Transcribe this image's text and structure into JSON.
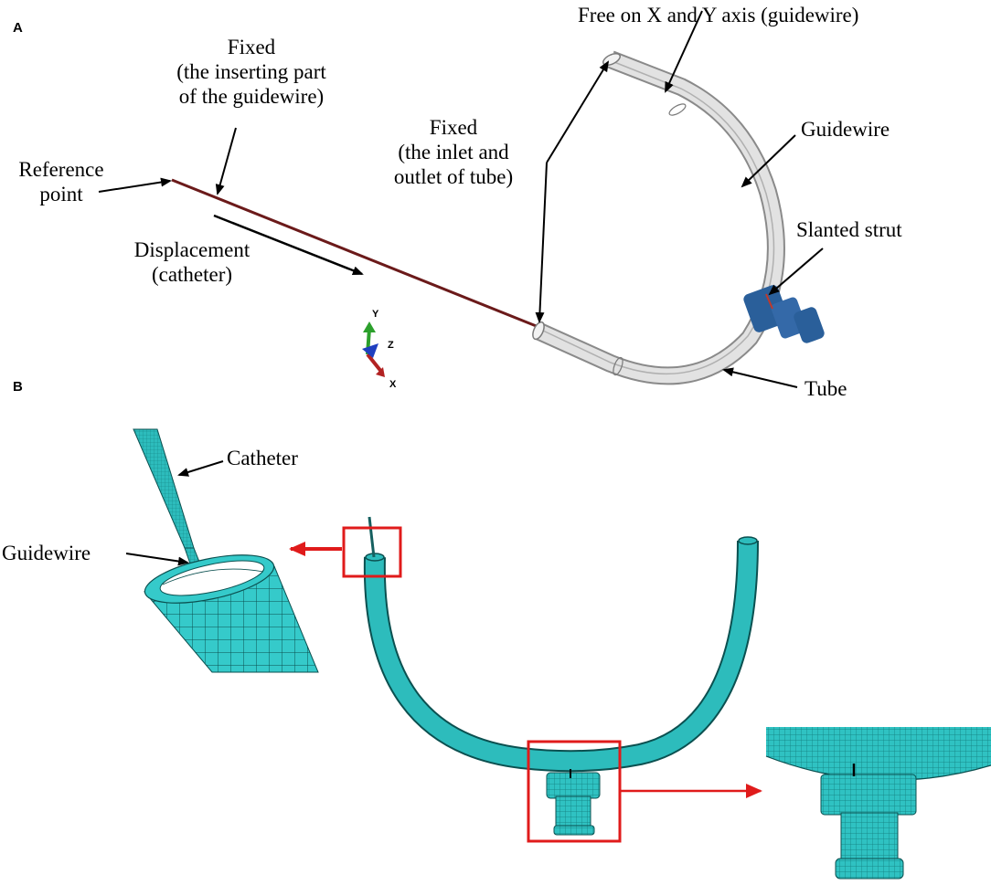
{
  "panels": {
    "a": {
      "letter": "A",
      "labels": {
        "free_xy": "Free on X and Y axis (guidewire)",
        "fixed_insert_1": "Fixed",
        "fixed_insert_2": "(the inserting part",
        "fixed_insert_3": "of the guidewire)",
        "reference_1": "Reference",
        "reference_2": "point",
        "fixed_tube_1": "Fixed",
        "fixed_tube_2": "(the inlet and",
        "fixed_tube_3": "outlet of tube)",
        "guidewire": "Guidewire",
        "slanted_strut": "Slanted strut",
        "displacement_1": "Displacement",
        "displacement_2": "(catheter)",
        "tube": "Tube"
      },
      "axes": {
        "y": "Y",
        "z": "Z",
        "x": "X"
      }
    },
    "b": {
      "letter": "B",
      "labels": {
        "catheter": "Catheter",
        "guidewire": "Guidewire"
      }
    }
  },
  "colors": {
    "tube_fill": "#dcdcdc",
    "tube_stroke": "#8a8a8a",
    "catheter_line": "#6b1a1a",
    "strut_blue": "#2a5f9a",
    "mesh_teal": "#2dbcbc",
    "mesh_line": "#0b5050",
    "highlight_red": "#e01b1b",
    "axis_y": "#2ca02c",
    "axis_x": "#b22222",
    "axis_z": "#1f3fbf"
  }
}
